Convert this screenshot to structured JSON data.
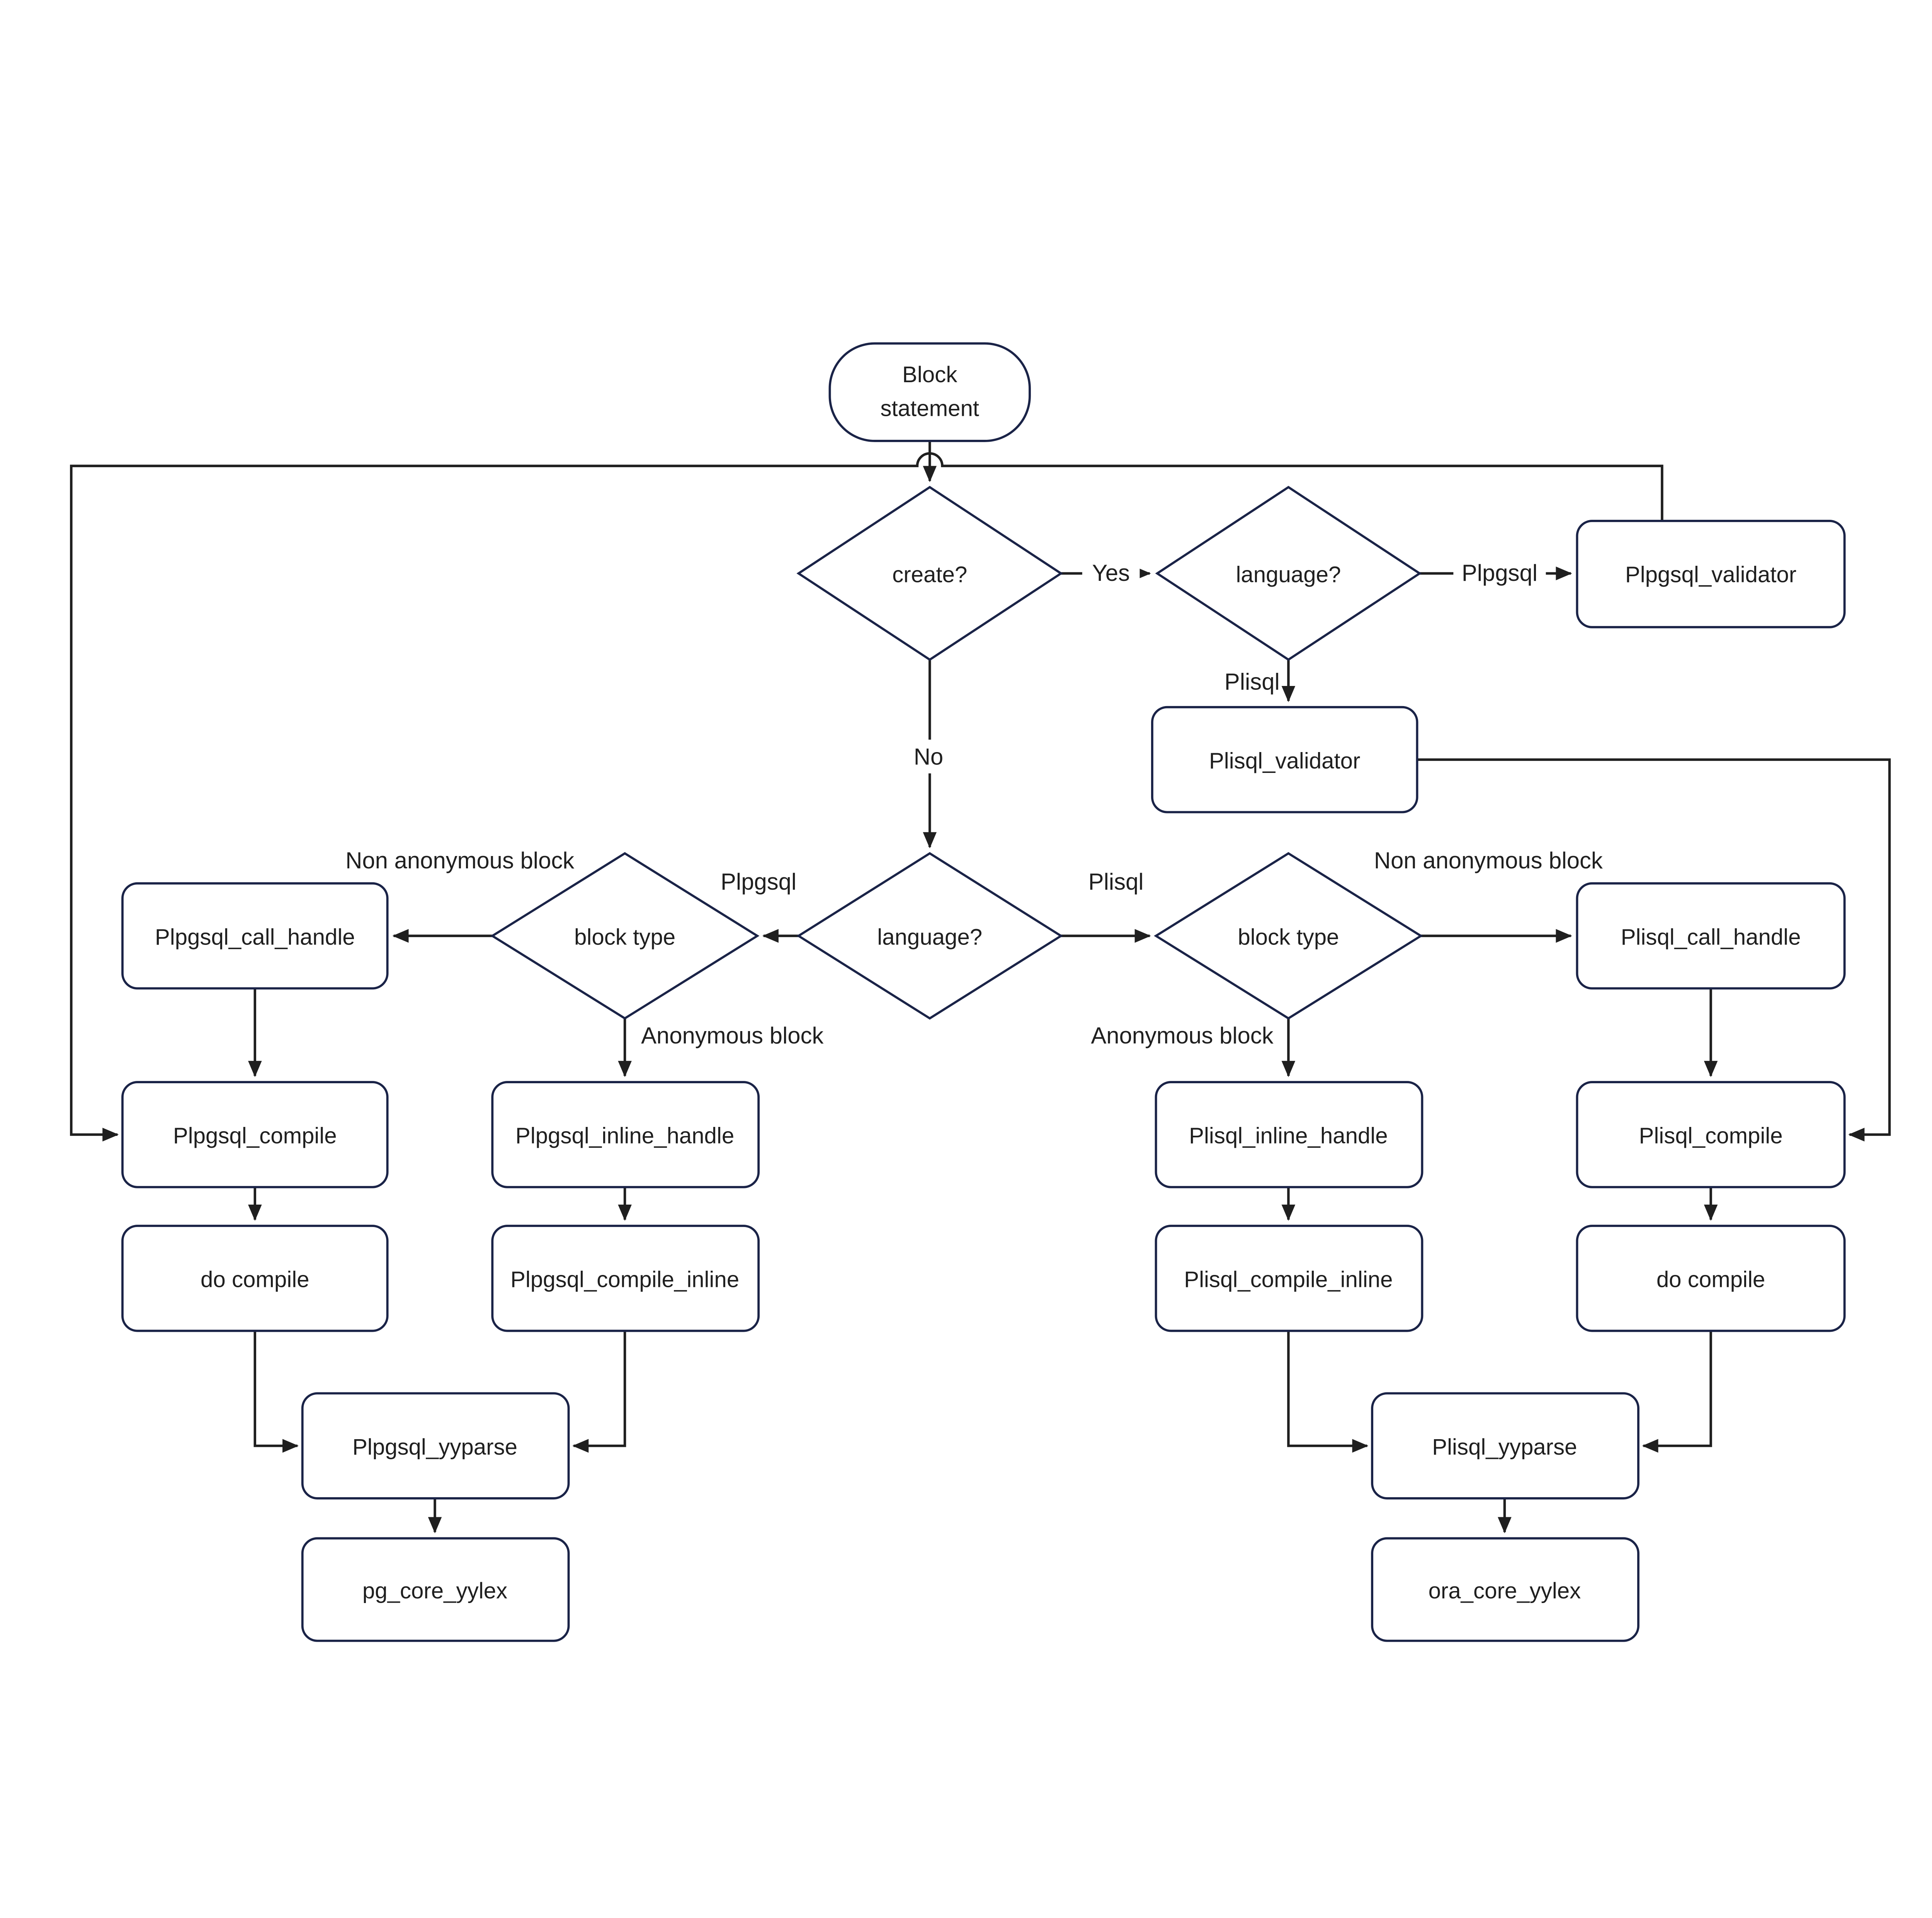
{
  "diagram": {
    "colors": {
      "node_border": "#1a2347",
      "connector": "#1f1f1f",
      "text": "#1f1f1f",
      "background": "#ffffff"
    },
    "nodes": {
      "block_statement": {
        "label": "Block statement",
        "lines": [
          "Block",
          "statement"
        ],
        "shape": "stadium"
      },
      "create_decision": {
        "label": "create?",
        "shape": "diamond"
      },
      "language_top_decision": {
        "label": "language?",
        "shape": "diamond"
      },
      "plpgsql_validator": {
        "label": "Plpgsql_validator",
        "shape": "rect"
      },
      "plisql_validator": {
        "label": "Plisql_validator",
        "shape": "rect"
      },
      "language_mid_decision": {
        "label": "language?",
        "shape": "diamond"
      },
      "block_type_left": {
        "label": "block type",
        "shape": "diamond"
      },
      "block_type_right": {
        "label": "block type",
        "shape": "diamond"
      },
      "plpgsql_call_handle": {
        "label": "Plpgsql_call_handle",
        "shape": "rect"
      },
      "plisql_call_handle": {
        "label": "Plisql_call_handle",
        "shape": "rect"
      },
      "plpgsql_compile": {
        "label": "Plpgsql_compile",
        "shape": "rect"
      },
      "plpgsql_inline_handle": {
        "label": "Plpgsql_inline_handle",
        "shape": "rect"
      },
      "plisql_inline_handle": {
        "label": "Plisql_inline_handle",
        "shape": "rect"
      },
      "plisql_compile": {
        "label": "Plisql_compile",
        "shape": "rect"
      },
      "do_compile_left": {
        "label": "do compile",
        "shape": "rect"
      },
      "plpgsql_compile_inline": {
        "label": "Plpgsql_compile_inline",
        "shape": "rect"
      },
      "plisql_compile_inline": {
        "label": "Plisql_compile_inline",
        "shape": "rect"
      },
      "do_compile_right": {
        "label": "do compile",
        "shape": "rect"
      },
      "plpgsql_yyparse": {
        "label": "Plpgsql_yyparse",
        "shape": "rect"
      },
      "plisql_yyparse": {
        "label": "Plisql_yyparse",
        "shape": "rect"
      },
      "pg_core_yylex": {
        "label": "pg_core_yylex",
        "shape": "rect"
      },
      "ora_core_yylex": {
        "label": "ora_core_yylex",
        "shape": "rect"
      }
    },
    "edge_labels": {
      "yes": "Yes",
      "no": "No",
      "plpgsql_top": "Plpgsql",
      "plisql_top": "Plisql",
      "plpgsql_mid": "Plpgsql",
      "plisql_mid": "Plisql",
      "non_anonymous_left": "Non anonymous block",
      "anonymous_left": "Anonymous block",
      "non_anonymous_right": "Non anonymous block",
      "anonymous_right": "Anonymous block"
    },
    "edges": [
      {
        "from": "block_statement",
        "to": "create_decision",
        "label": ""
      },
      {
        "from": "create_decision",
        "to": "language_top_decision",
        "label": "Yes"
      },
      {
        "from": "language_top_decision",
        "to": "plpgsql_validator",
        "label": "Plpgsql"
      },
      {
        "from": "language_top_decision",
        "to": "plisql_validator",
        "label": "Plisql"
      },
      {
        "from": "plpgsql_validator",
        "to": "plpgsql_compile",
        "label": ""
      },
      {
        "from": "plisql_validator",
        "to": "plisql_compile",
        "label": ""
      },
      {
        "from": "create_decision",
        "to": "language_mid_decision",
        "label": "No"
      },
      {
        "from": "language_mid_decision",
        "to": "block_type_left",
        "label": "Plpgsql"
      },
      {
        "from": "language_mid_decision",
        "to": "block_type_right",
        "label": "Plisql"
      },
      {
        "from": "block_type_left",
        "to": "plpgsql_call_handle",
        "label": "Non anonymous block"
      },
      {
        "from": "block_type_left",
        "to": "plpgsql_inline_handle",
        "label": "Anonymous block"
      },
      {
        "from": "block_type_right",
        "to": "plisql_call_handle",
        "label": "Non anonymous block"
      },
      {
        "from": "block_type_right",
        "to": "plisql_inline_handle",
        "label": "Anonymous block"
      },
      {
        "from": "plpgsql_call_handle",
        "to": "plpgsql_compile",
        "label": ""
      },
      {
        "from": "plpgsql_compile",
        "to": "do_compile_left",
        "label": ""
      },
      {
        "from": "plpgsql_inline_handle",
        "to": "plpgsql_compile_inline",
        "label": ""
      },
      {
        "from": "do_compile_left",
        "to": "plpgsql_yyparse",
        "label": ""
      },
      {
        "from": "plpgsql_compile_inline",
        "to": "plpgsql_yyparse",
        "label": ""
      },
      {
        "from": "plpgsql_yyparse",
        "to": "pg_core_yylex",
        "label": ""
      },
      {
        "from": "plisql_call_handle",
        "to": "plisql_compile",
        "label": ""
      },
      {
        "from": "plisql_compile",
        "to": "do_compile_right",
        "label": ""
      },
      {
        "from": "plisql_inline_handle",
        "to": "plisql_compile_inline",
        "label": ""
      },
      {
        "from": "plisql_compile_inline",
        "to": "plisql_yyparse",
        "label": ""
      },
      {
        "from": "do_compile_right",
        "to": "plisql_yyparse",
        "label": ""
      },
      {
        "from": "plisql_yyparse",
        "to": "ora_core_yylex",
        "label": ""
      }
    ]
  }
}
